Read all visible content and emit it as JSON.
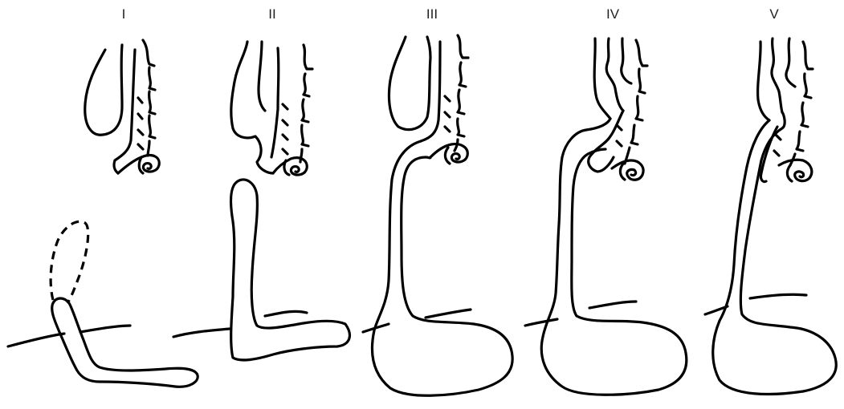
{
  "figure": {
    "panels": [
      {
        "label": "I"
      },
      {
        "label": "II"
      },
      {
        "label": "III"
      },
      {
        "label": "IV"
      },
      {
        "label": "V"
      }
    ]
  },
  "colors": {
    "stroke": "#000000",
    "label": "#231f20",
    "background": "#ffffff"
  }
}
